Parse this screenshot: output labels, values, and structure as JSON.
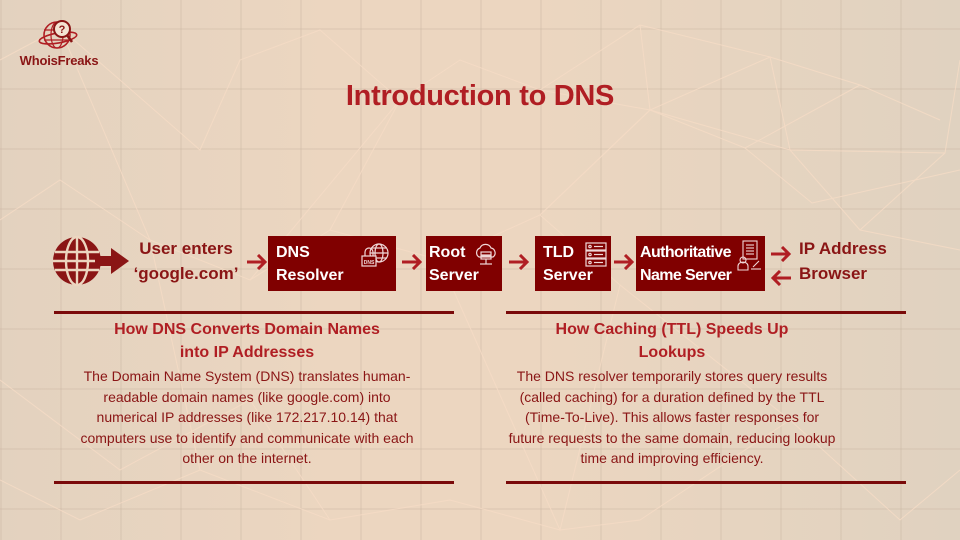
{
  "brand": {
    "name": "WhoisFreaks",
    "logo_icon": "globe-magnifier-question-icon"
  },
  "title": "Introduction to DNS",
  "colors": {
    "accent": "#b01e23",
    "box": "#800000",
    "text": "#8a1515",
    "background": "#ecd6c0"
  },
  "flow": {
    "start": {
      "icon": "globe-arrow-icon",
      "line1": "User enters",
      "line2": "‘google.com’"
    },
    "steps": [
      {
        "line1": "DNS",
        "line2": "Resolver",
        "icon": "dns-globe-lock-icon"
      },
      {
        "line1": "Root",
        "line2": "Server",
        "icon": "cloud-server-icon"
      },
      {
        "line1": "TLD",
        "line2": "Server",
        "icon": "server-rack-icon"
      },
      {
        "line1": "Authoritative",
        "line2": "Name Server",
        "icon": "document-user-gavel-icon"
      }
    ],
    "end": {
      "line1": "IP Address",
      "line2": "Browser"
    }
  },
  "panels": [
    {
      "title_line1": "How DNS Converts Domain Names",
      "title_line2": "into IP Addresses",
      "body": [
        "The Domain Name System (DNS) translates human-",
        "readable domain names (like google.com) into",
        "numerical IP addresses (like 172.217.10.14) that",
        "computers use to identify and communicate with each",
        "other on the internet."
      ]
    },
    {
      "title_line1": "How Caching (TTL) Speeds Up",
      "title_line2": "Lookups",
      "body": [
        "The DNS resolver temporarily stores query results",
        "(called caching) for a duration defined by the TTL",
        "(Time-To-Live). This allows faster responses for",
        "future requests to the same domain, reducing lookup",
        "time and improving efficiency."
      ]
    }
  ]
}
